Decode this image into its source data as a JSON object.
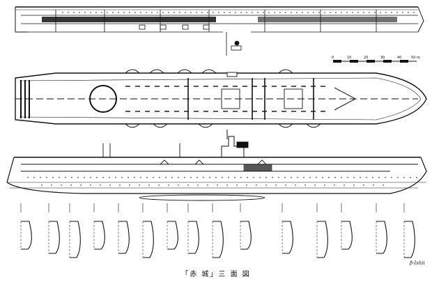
{
  "caption": "「赤 城」三 面 図",
  "scale": {
    "ticks": [
      "0",
      "10",
      "20",
      "30",
      "40",
      "50 m"
    ]
  },
  "signature": "β-Ishii",
  "colors": {
    "ink": "#111111",
    "paper": "#ffffff"
  }
}
